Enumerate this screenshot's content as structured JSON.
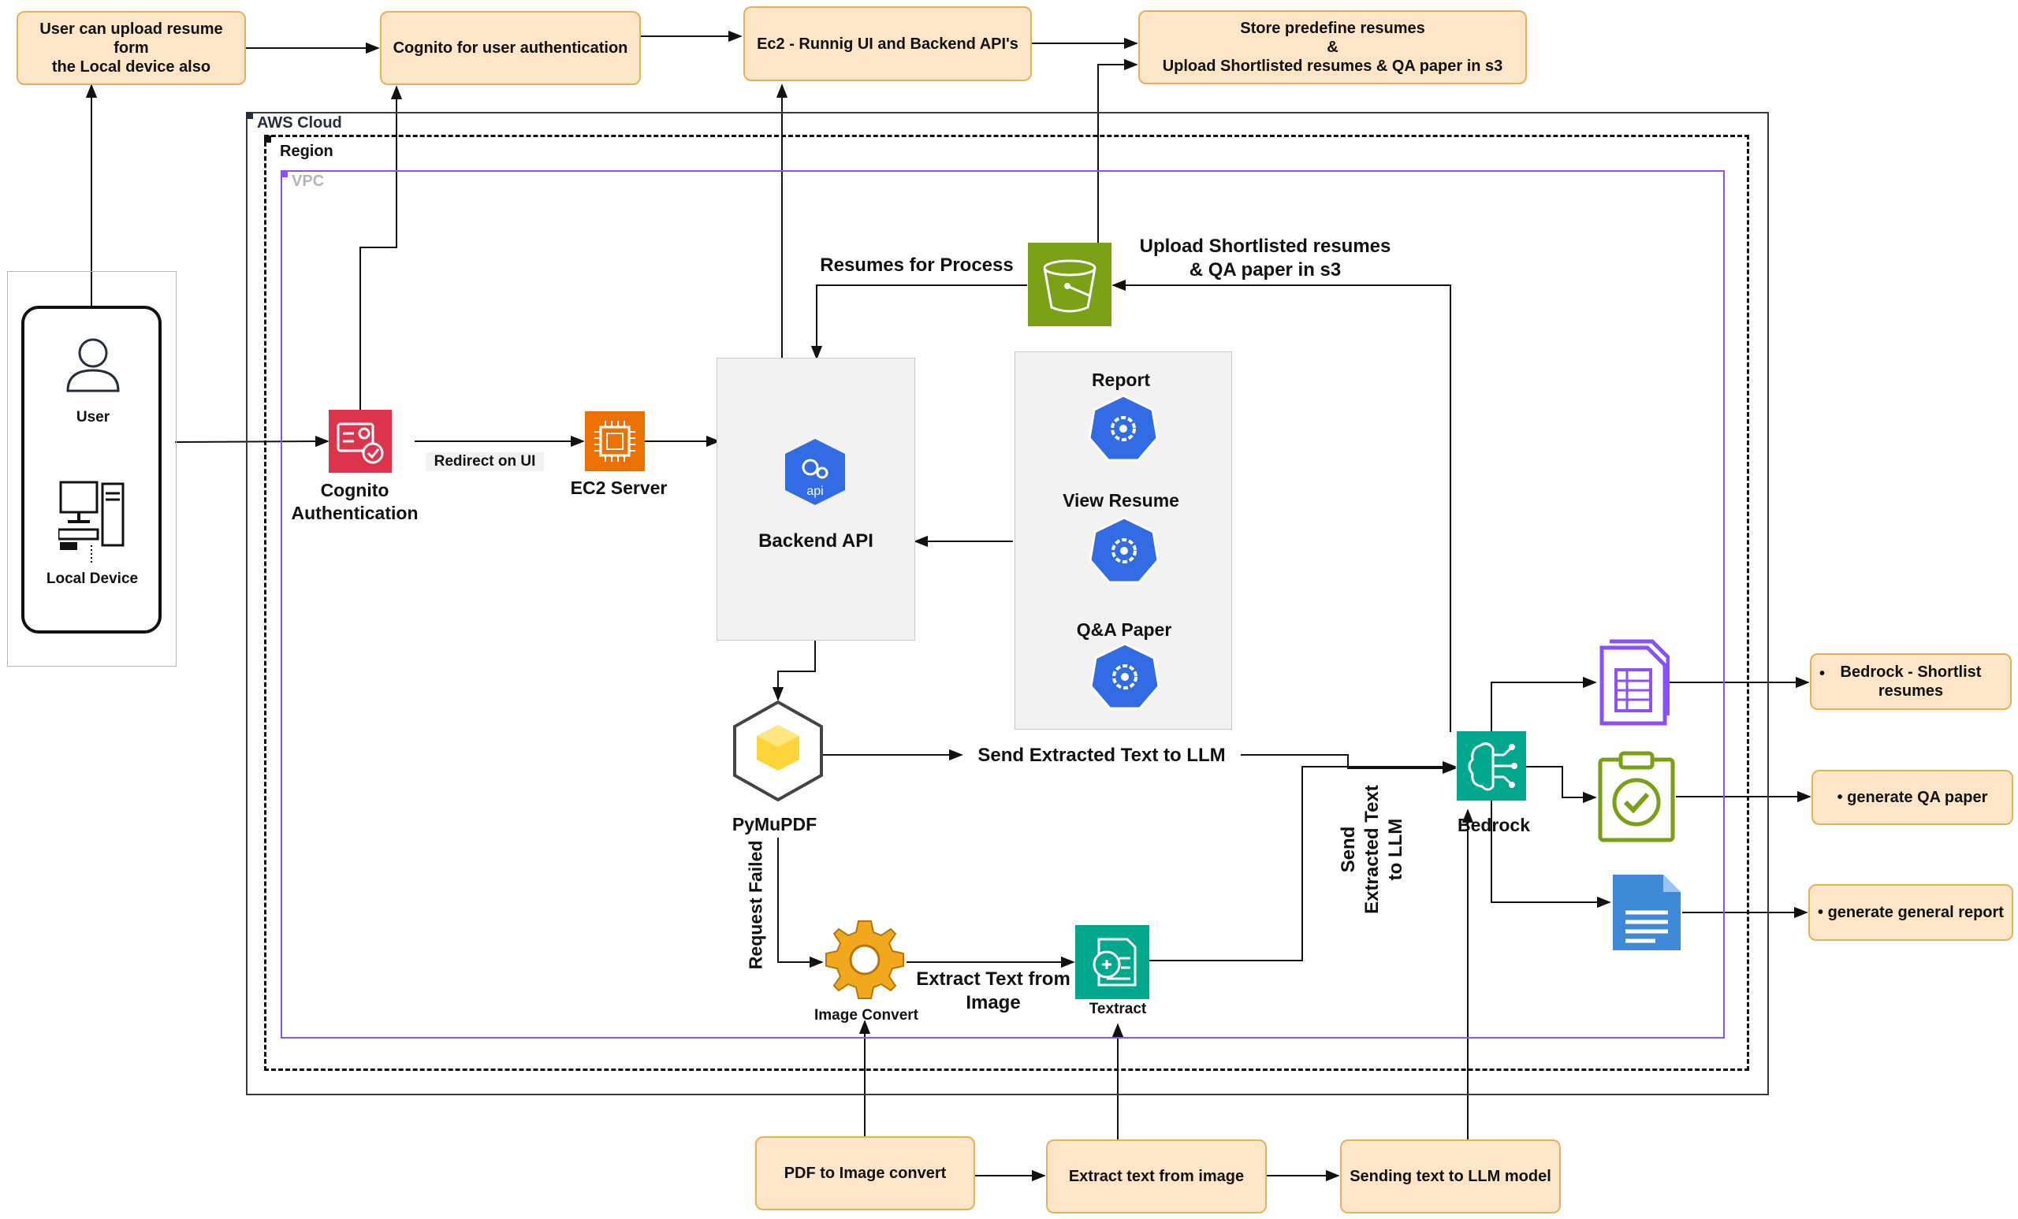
{
  "top_notes": {
    "local_upload": "User can upload resume form\nthe Local device also",
    "cognito": "Cognito for user authentication",
    "ec2": "Ec2 - Runnig UI and Backend API's",
    "s3": "Store predefine resumes\n&\nUpload Shortlisted  resumes & QA paper in s3"
  },
  "groups": {
    "aws_cloud": "AWS Cloud",
    "region": "Region",
    "vpc": "VPC"
  },
  "user_panel": {
    "user": "User",
    "local_device": "Local Device"
  },
  "nodes": {
    "cognito": "Cognito\nAuthentication",
    "ec2": "EC2 Server",
    "backend": "Backend API",
    "api_badge": "api",
    "report": "Report",
    "view_resume": "View Resume",
    "qa_paper": "Q&A Paper",
    "pymupdf": "PyMuPDF",
    "image_convert": "Image Convert",
    "textract": "Textract",
    "bedrock": "Bedrock"
  },
  "edge_labels": {
    "redirect": "Redirect on UI",
    "resumes_process": "Resumes for Process",
    "upload_shortlisted": "Upload Shortlisted  resumes\n& QA paper in s3",
    "send_text": "Send Extracted Text to LLM",
    "send_text_vertical": "Send\nExtracted Text\nto LLM",
    "request_failed": "Request Failed",
    "extract_text": "Extract Text from\nImage"
  },
  "outputs": {
    "shortlist": "Bedrock - Shortlist\nresumes",
    "qa": "generate QA paper",
    "report": "generate general report"
  },
  "bottom_notes": {
    "pdf_to_image": "PDF to Image convert",
    "extract_text": "Extract text from image",
    "send_llm": "Sending text to LLM model"
  },
  "colors": {
    "note_fill": "#fde5c8",
    "note_border": "#e6b15a",
    "vpc_border": "#8c4fff",
    "cognito_red": "#dd344c",
    "ec2_orange": "#ed7100",
    "s3_green": "#7aa116",
    "k8s_blue": "#326ce5",
    "textract_teal": "#01a88d",
    "pymupdf_yellow": "#ffd43b",
    "doc_purple": "#8c4fff",
    "doc_blue": "#3f8ad8"
  }
}
